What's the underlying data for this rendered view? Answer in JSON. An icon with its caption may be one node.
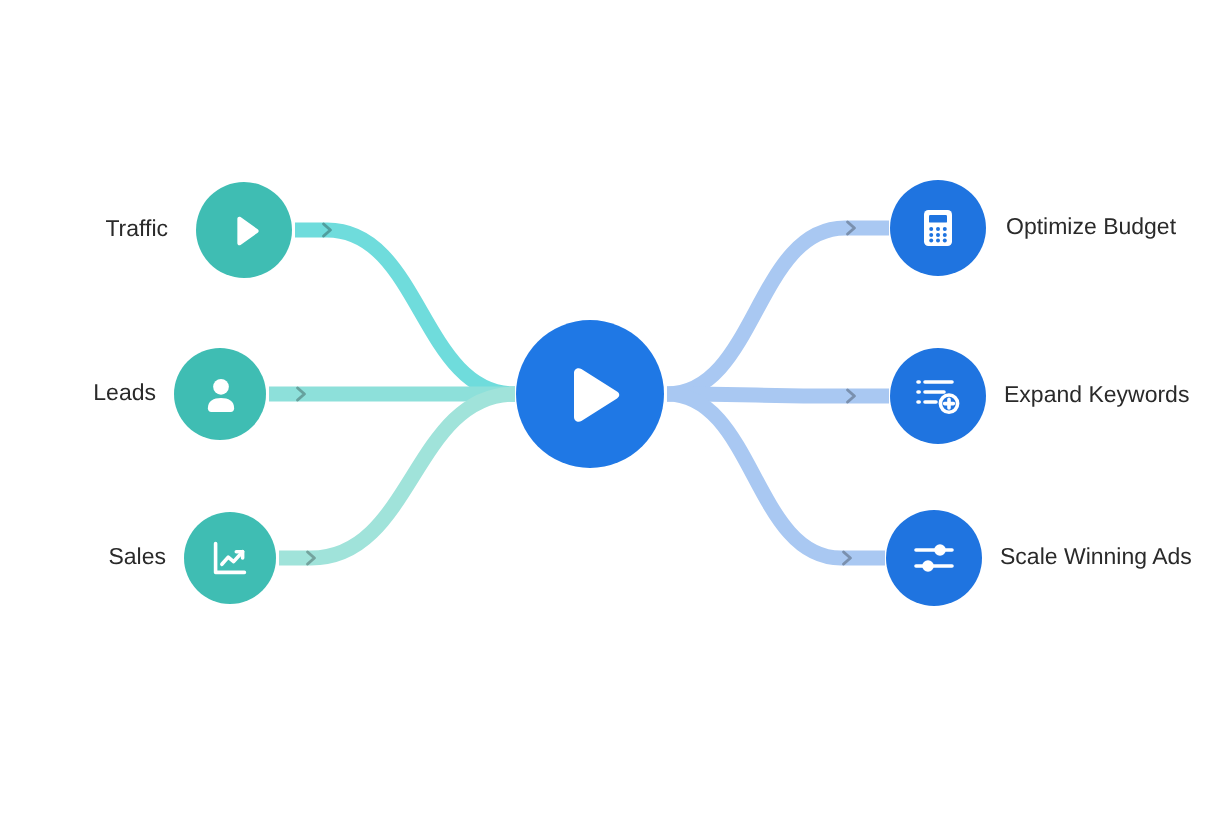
{
  "diagram": {
    "nodes": [
      {
        "text": [
          "Traffic"
        ]
      },
      {
        "text": [
          "Leads"
        ]
      },
      {
        "text": [
          "Sales"
        ]
      },
      {
        "text": [],
        "shape": "circle"
      },
      {
        "text": [
          "Optimize Budget"
        ]
      },
      {
        "text": [
          "Expand Keywords"
        ]
      },
      {
        "text": [
          "Scale Winning Ads"
        ]
      }
    ],
    "edges": [
      {
        "from": 0,
        "to": 3,
        "arrow": "to",
        "color": "#6fdcdc"
      },
      {
        "from": 1,
        "to": 3,
        "arrow": "to",
        "color": "#8de0da"
      },
      {
        "from": 2,
        "to": 3,
        "arrow": "to",
        "color": "#a0e3da"
      },
      {
        "from": 3,
        "to": 4,
        "arrow": "to",
        "color": "#a9c8f2"
      },
      {
        "from": 3,
        "to": 5,
        "arrow": "to",
        "color": "#a9c8f2"
      },
      {
        "from": 3,
        "to": 6,
        "arrow": "to",
        "color": "#a9c8f2"
      }
    ]
  }
}
